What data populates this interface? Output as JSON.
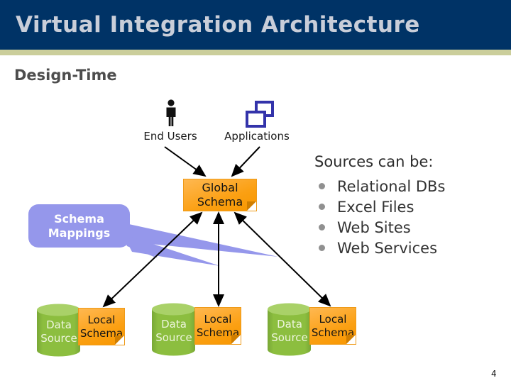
{
  "slide": {
    "title": "Virtual Integration Architecture",
    "section_heading": "Design-Time",
    "page_number": "4"
  },
  "diagram": {
    "end_users_label": "End Users",
    "applications_label": "Applications",
    "global_schema_label": "Global Schema",
    "schema_mappings_label": "Schema Mappings",
    "icons": {
      "end_users": "person-icon",
      "applications": "overlapping-windows-icon"
    },
    "sources": [
      {
        "db_label": "Data Source",
        "schema_label": "Local Schema"
      },
      {
        "db_label": "Data Source",
        "schema_label": "Local Schema"
      },
      {
        "db_label": "Data Source",
        "schema_label": "Local Schema"
      }
    ]
  },
  "sources_panel": {
    "heading": "Sources can be:",
    "items": [
      "Relational DBs",
      "Excel Files",
      "Web Sites",
      "Web Services"
    ]
  },
  "colors": {
    "header_bg": "#003366",
    "header_text": "#C9CED9",
    "accent_bar": "#CBCE9B",
    "section_heading_text": "#4D4D4D",
    "schema_note_orange": "#FBA013",
    "callout_purple": "#9597EB",
    "cylinder_green": "#8CBE3F",
    "cylinder_top_green": "#A9D168",
    "app_icon_blue": "#3333AA",
    "bullet_gray": "#909090",
    "connector_black": "#000000"
  }
}
